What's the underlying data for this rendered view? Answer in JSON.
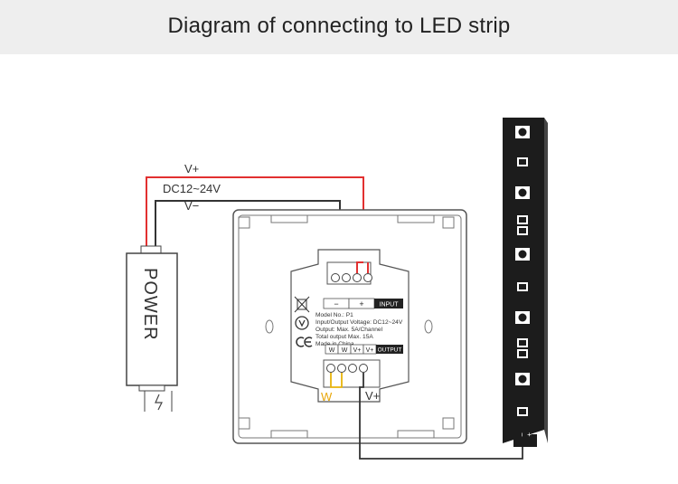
{
  "header": {
    "title": "Diagram of connecting to LED strip"
  },
  "colors": {
    "red_wire": "#e23030",
    "black_wire": "#333333",
    "yellow_wire": "#e8b40a",
    "yellow_label": "#e8a70a",
    "header_bg": "#eeeeee",
    "panel_stroke": "#555555"
  },
  "wires": {
    "positive_label": "V+",
    "voltage_label": "DC12~24V",
    "negative_label": "V−",
    "w_label": "W",
    "vplus_label": "V+"
  },
  "power_supply": {
    "label": "POWER"
  },
  "controller": {
    "input_terminals": [
      "−",
      "+",
      "INPUT"
    ],
    "info_lines": [
      "Model No.: P1",
      "Input/Output Voltage: DC12~24V",
      "Output: Max. 5A/Channel",
      "Total output Max. 15A",
      "Made in China"
    ],
    "output_terminals": [
      "W",
      "W",
      "V+",
      "V+",
      "OUTPUT"
    ]
  },
  "led_strip": {
    "end_marks": [
      "−",
      "+"
    ]
  },
  "icons": [
    "weee-bin-icon",
    "ul-mark-icon",
    "ce-mark-icon",
    "plug-icon",
    "led-chip-icon",
    "resistor-icon"
  ]
}
